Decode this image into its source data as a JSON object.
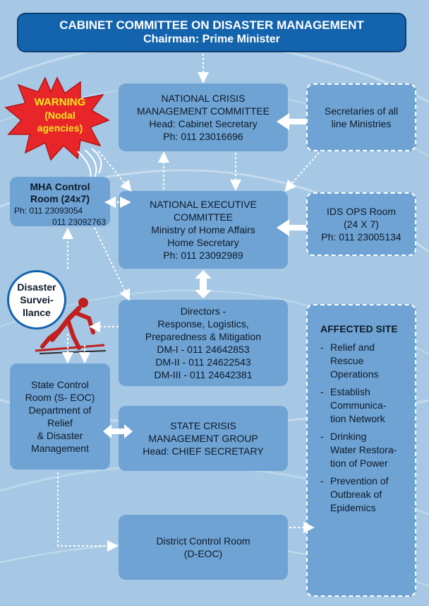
{
  "header": {
    "title": "CABINET COMMITTEE ON DISASTER MANAGEMENT",
    "subtitle": "Chairman: Prime Minister"
  },
  "warning": {
    "title": "WARNING",
    "line1": "(Nodal",
    "line2": "agencies)"
  },
  "ncmc": {
    "line1": "NATIONAL CRISIS",
    "line2": "MANAGEMENT COMMITTEE",
    "line3": "Head: Cabinet Secretary",
    "line4": "Ph: 011 23016696"
  },
  "secretaries": {
    "line1": "Secretaries of all",
    "line2": "line Ministries"
  },
  "mha": {
    "title": "MHA Control",
    "title2": "Room (24x7)",
    "ph1": "Ph: 011 23093054",
    "ph2": "011 23092763"
  },
  "nec": {
    "line1": "NATIONAL EXECUTIVE",
    "line2": "COMMITTEE",
    "line3": "Ministry of Home Affairs",
    "line4": "Home Secretary",
    "line5": "Ph: 011 23092989"
  },
  "ids": {
    "line1": "IDS OPS Room",
    "line2": "(24 X 7)",
    "line3": "Ph: 011 23005134"
  },
  "surveillance": {
    "line1": "Disaster",
    "line2": "Survei-",
    "line3": "llance"
  },
  "directors": {
    "line1": "Directors -",
    "line2": "Response, Logistics,",
    "line3": "Preparedness & Mitigation",
    "line4": "DM-I - 011 24642853",
    "line5": "DM-II - 011 24622543",
    "line6": "DM-III - 011 24642381"
  },
  "affected": {
    "title": "AFFECTED SITE",
    "items": [
      [
        "Relief and",
        "Rescue",
        "Operations"
      ],
      [
        "Establish",
        "Communica-",
        "tion Network"
      ],
      [
        "Drinking",
        "Water Restora-",
        "tion of Power"
      ],
      [
        "Prevention of",
        "Outbreak of",
        "Epidemics"
      ]
    ]
  },
  "state_control": {
    "line1": "State Control",
    "line2": "Room (S- EOC)",
    "line3": "Department of",
    "line4": "Relief",
    "line5": "& Disaster",
    "line6": "Management"
  },
  "scmg": {
    "line1": "STATE CRISIS",
    "line2": "MANAGEMENT GROUP",
    "line3": "Head: CHIEF SECRETARY"
  },
  "district": {
    "line1": "District Control Room",
    "line2": "(D-EOC)"
  },
  "colors": {
    "background": "#a6c8e4",
    "box": "#6fa3d3",
    "header": "#1464ad",
    "warning_burst": "#e8262a",
    "warning_text": "#f7e51e"
  }
}
